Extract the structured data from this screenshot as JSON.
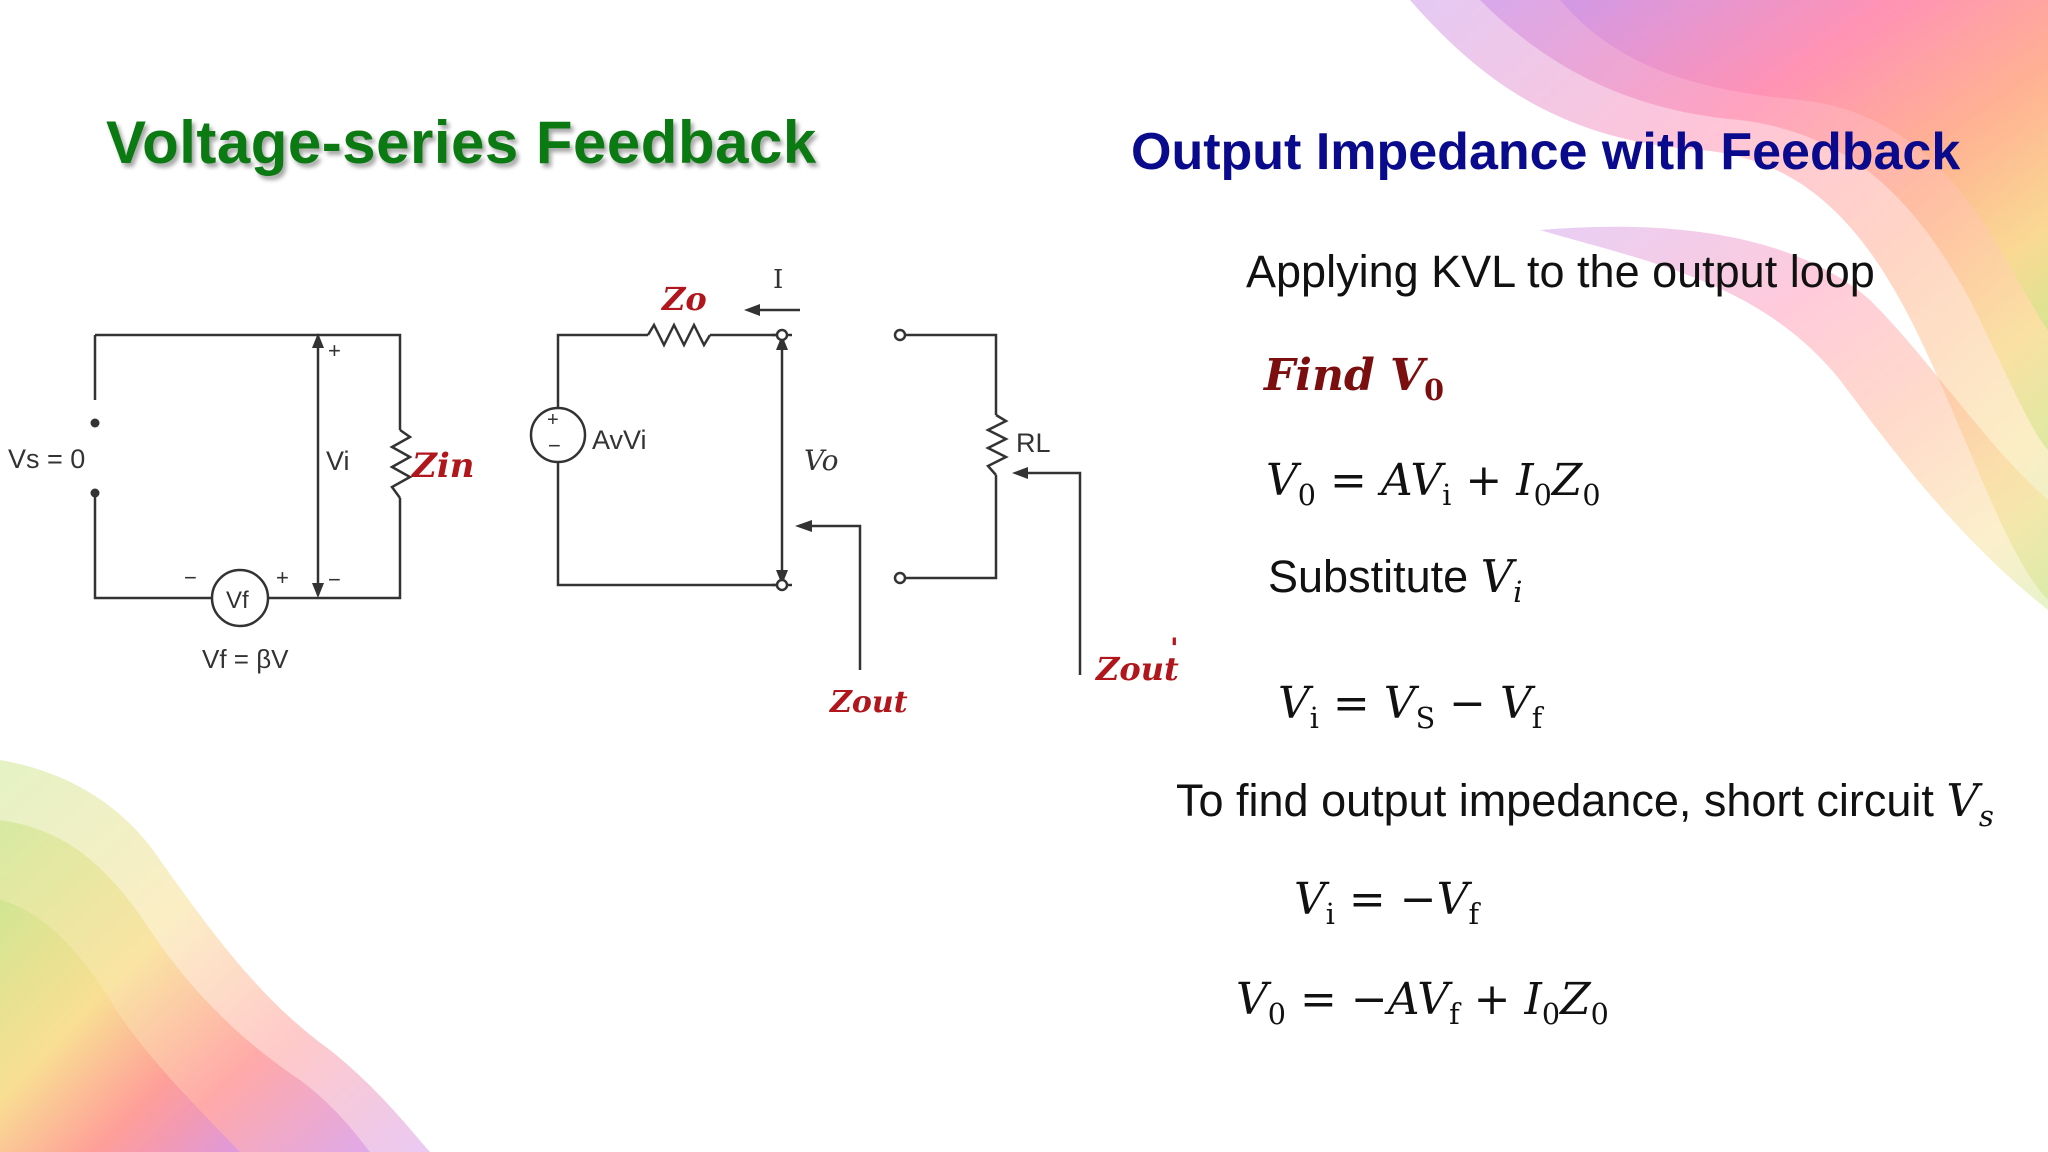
{
  "slide": {
    "left_title": "Voltage-series  Feedback",
    "right_title": "Output Impedance with Feedback"
  },
  "circuit": {
    "vs_label": "Vs = 0",
    "vi_label": "Vi",
    "zin_label": "Zin",
    "plus": "+",
    "minus": "−",
    "vf_label": "Vf",
    "vf_eq": "Vf = βV",
    "zo_label": "Zo",
    "current_label": "I",
    "av_source_label": "AvVi",
    "vo_label": "Vo",
    "zout_label": "Zout",
    "rl_label": "RL",
    "zout_prime_label": "Zout",
    "prime_mark": "'"
  },
  "content": {
    "kvl_line": "Applying KVL to the output loop",
    "find_prefix": "Find V",
    "find_sub": "0",
    "eq1": {
      "lhs": "V",
      "lhs_sub": "0",
      "rhs_a": "AV",
      "rhs_a_sub": "i",
      "rhs_b": "I",
      "rhs_b_sub": "0",
      "rhs_c": "Z",
      "rhs_c_sub": "0"
    },
    "substitute_text": "Substitute ",
    "substitute_var": "V",
    "substitute_sub": "i",
    "eq2": {
      "lhs": "V",
      "lhs_sub": "i",
      "a": "V",
      "a_sub": "S",
      "b": "V",
      "b_sub": "f"
    },
    "short_text": "To find output impedance, short circuit ",
    "short_var": "V",
    "short_sub": "s",
    "eq3": {
      "lhs": "V",
      "lhs_sub": "i",
      "rhs": "V",
      "rhs_sub": "f"
    },
    "eq4": {
      "lhs": "V",
      "lhs_sub": "0",
      "a": "AV",
      "a_sub": "f",
      "b": "I",
      "b_sub": "0",
      "c": "Z",
      "c_sub": "0"
    }
  },
  "colors": {
    "left_title": "#0b7a12",
    "right_title": "#0a0a8c",
    "find": "#7b0f0f",
    "circuit_red_labels": "#b0161b"
  }
}
